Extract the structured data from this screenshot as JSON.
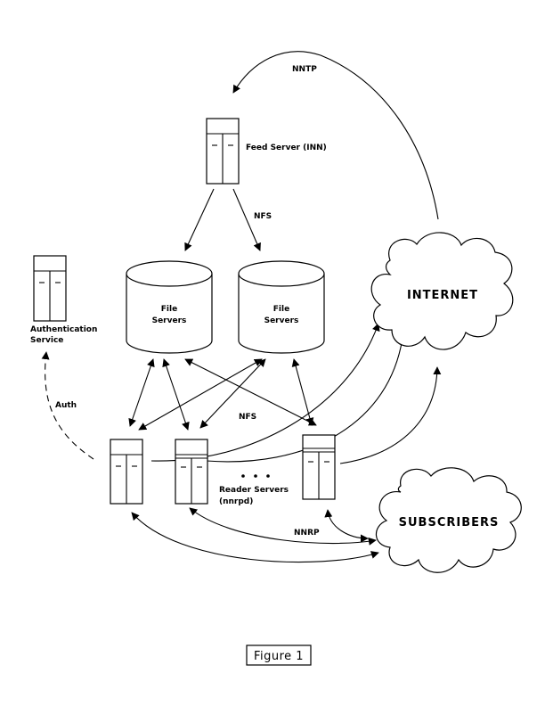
{
  "nodes": {
    "feed_server": "Feed Server (INN)",
    "authentication_line1": "Authentication",
    "authentication_line2": "Service",
    "file_server_left_line1": "File",
    "file_server_left_line2": "Servers",
    "file_server_right_line1": "File",
    "file_server_right_line2": "Servers",
    "internet": "INTERNET",
    "subscribers": "SUBSCRIBERS",
    "reader_servers_line1": "Reader Servers",
    "reader_servers_line2": "(nnrpd)"
  },
  "connections": {
    "nntp_top": "NNTP",
    "nfs_top": "NFS",
    "nfs_middle": "NFS",
    "auth": "Auth",
    "nnrp": "NNRP"
  },
  "caption": "Figure 1",
  "colors": {
    "ink": "#000000",
    "background": "#ffffff"
  }
}
